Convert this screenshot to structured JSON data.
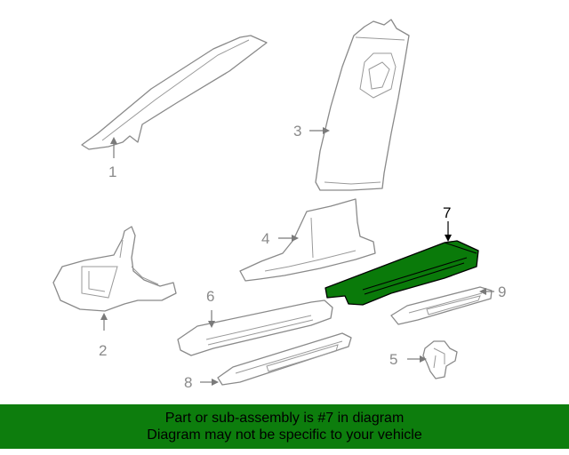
{
  "callouts": {
    "c1": "1",
    "c2": "2",
    "c3": "3",
    "c4": "4",
    "c5": "5",
    "c6": "6",
    "c7": "7",
    "c8": "8",
    "c9": "9"
  },
  "highlight_color": "#0d7d0d",
  "banner": {
    "line1": "Part or sub-assembly is #7 in diagram",
    "line2": "Diagram may not be specific to your vehicle"
  }
}
